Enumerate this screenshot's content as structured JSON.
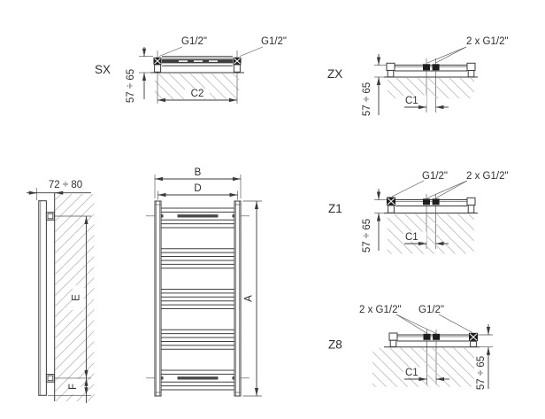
{
  "sections": {
    "sx": {
      "label": "SX",
      "conn_left": "G1/2\"",
      "conn_right": "G1/2\"",
      "depth": "57 ÷ 65",
      "width": "C2"
    },
    "zx": {
      "label": "ZX",
      "conn_center": "2 x G1/2\"",
      "depth": "57 ÷ 65",
      "spacing": "C1"
    },
    "z1": {
      "label": "Z1",
      "conn_left": "G1/2\"",
      "conn_center": "2 x G1/2\"",
      "depth": "57 ÷ 65",
      "spacing": "C1"
    },
    "z8": {
      "label": "Z8",
      "conn_center": "2 x G1/2\"",
      "conn_right": "G1/2\"",
      "depth": "57 ÷ 65",
      "spacing": "C1"
    },
    "side_view": {
      "depth": "72 ÷ 80",
      "mount_height": "E",
      "bottom_offset": "F"
    },
    "front_view": {
      "overall_width": "B",
      "pipe_distance": "D",
      "overall_height": "A"
    }
  },
  "colors": {
    "line": "#3a3a3a",
    "hatch": "#bdbdbd",
    "background": "#ffffff"
  }
}
